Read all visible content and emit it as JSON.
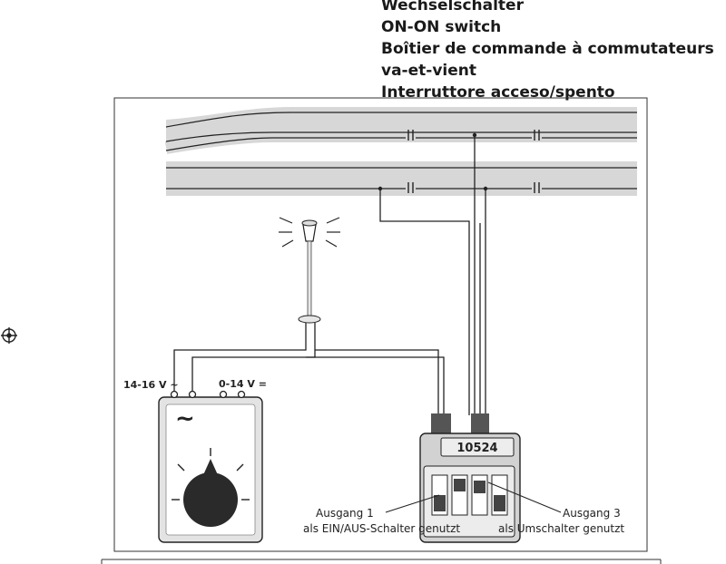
{
  "titles": [
    "Wechselschalter",
    "ON-ON switch",
    "Boîtier de commande à commutateurs",
    "va-et-vient",
    "Interruttore acceso/spento"
  ],
  "transformer": {
    "ac_label": "14-16 V ~",
    "dc_label": "0-14 V =",
    "ac_symbol": "~"
  },
  "switch_box": {
    "model": "10524"
  },
  "callouts": {
    "left_line1": "Ausgang 1",
    "left_line2": "als EIN/AUS-Schalter genutzt",
    "right_line1": "Ausgang 3",
    "right_line2": "als Umschalter genutzt"
  },
  "icons": [
    "registration-mark-icon",
    "lamp-icon",
    "knob-icon"
  ]
}
